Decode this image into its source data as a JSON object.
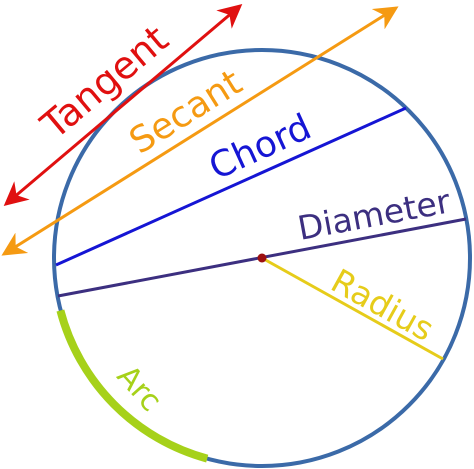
{
  "labels": {
    "tangent": "Tangent",
    "secant": "Secant",
    "chord": "Chord",
    "diameter": "Diameter",
    "radius": "Radius",
    "arc": "Arc"
  },
  "colors": {
    "circle": "#3b6aa8",
    "tangent": "#e01010",
    "secant": "#f59a12",
    "chord": "#1515d4",
    "diameter": "#3c2f80",
    "radius": "#e6cc1a",
    "arc": "#a6d11a",
    "center": "#9c1010"
  }
}
